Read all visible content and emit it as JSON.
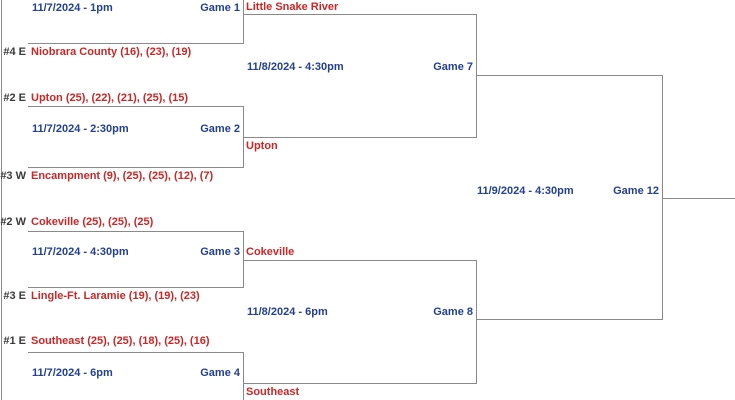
{
  "bracket": {
    "colors": {
      "schedule_blue": "#234093",
      "team_red": "#cc2626",
      "seed_gray": "#3a3a3a",
      "line_gray": "#8a8a8a"
    },
    "teams": [
      {
        "seed": "#4 E",
        "entry": "Niobrara County (16), (23), (19)"
      },
      {
        "seed": "#2 E",
        "entry": "Upton (25), (22), (21), (25), (15)"
      },
      {
        "seed": "#3 W",
        "entry": "Encampment (9), (25), (25), (12), (7)"
      },
      {
        "seed": "#2 W",
        "entry": "Cokeville (25), (25), (25)"
      },
      {
        "seed": "#3 E",
        "entry": "Lingle-Ft. Laramie (19), (19), (23)"
      },
      {
        "seed": "#1 E",
        "entry": "Southeast (25), (25), (18), (25), (16)"
      }
    ],
    "games": [
      {
        "label": "Game 1",
        "datetime": "11/7/2024 - 1pm",
        "winner": "Little Snake River"
      },
      {
        "label": "Game 2",
        "datetime": "11/7/2024 - 2:30pm",
        "winner": "Upton"
      },
      {
        "label": "Game 3",
        "datetime": "11/7/2024 - 4:30pm",
        "winner": "Cokeville"
      },
      {
        "label": "Game 4",
        "datetime": "11/7/2024 - 6pm",
        "winner": "Southeast"
      },
      {
        "label": "Game 7",
        "datetime": "11/8/2024 - 4:30pm"
      },
      {
        "label": "Game 8",
        "datetime": "11/8/2024 - 6pm"
      },
      {
        "label": "Game 12",
        "datetime": "11/9/2024 - 4:30pm"
      }
    ]
  }
}
